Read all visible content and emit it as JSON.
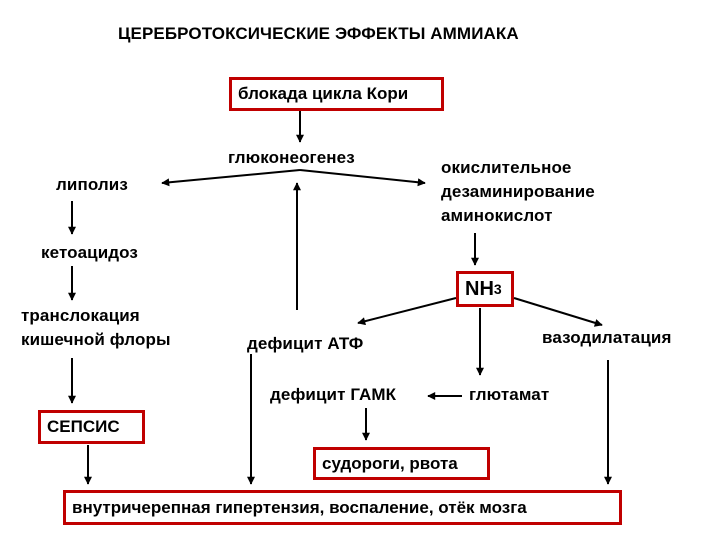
{
  "title": "ЦЕРЕБРОТОКСИЧЕСКИЕ ЭФФЕКТЫ АММИАКА",
  "nodes": {
    "cori": "блокада цикла Кори",
    "gluconeogenesis": "глюконеогенез",
    "lipolysis": "липолиз",
    "ketoacidosis": "кетоацидоз",
    "translocation_1": "транслокация",
    "translocation_2": "кишечной флоры",
    "sepsis": "СЕПСИС",
    "oxidative_1": "окислительное",
    "oxidative_2": "дезаминирование",
    "oxidative_3": "аминокислот",
    "nh3_base": "NH",
    "nh3_sub": "3",
    "atp_deficit": "дефицит АТФ",
    "vasodilation": "вазодилатация",
    "gaba_deficit": "дефицит ГАМК",
    "glutamate": "глютамат",
    "seizures": "судороги, рвота",
    "hypertension": "внутричерепная гипертензия, воспаление, отёк мозга"
  },
  "colors": {
    "box_border": "#c00000",
    "text": "#000000",
    "arrow": "#000000"
  }
}
